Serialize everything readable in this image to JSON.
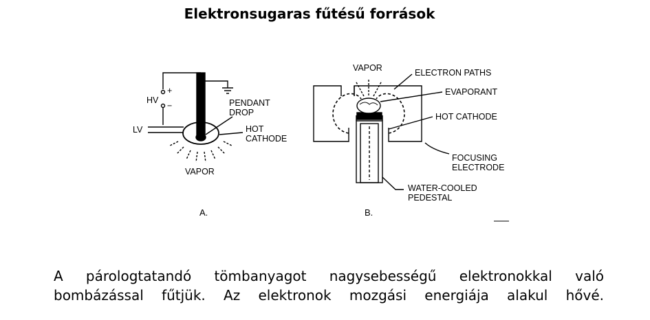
{
  "title": "Elektronsugaras fűtésű források",
  "figure": {
    "panel_a": {
      "label": "A.",
      "hv": "HV",
      "plus": "+",
      "minus": "−",
      "lv": "LV",
      "pendant_drop": [
        "PENDANT",
        "DROP"
      ],
      "hot_cathode": [
        "HOT",
        "CATHODE"
      ],
      "vapor": "VAPOR"
    },
    "panel_b": {
      "label": "B.",
      "vapor": "VAPOR",
      "electron_paths": "ELECTRON PATHS",
      "evaporant": "EVAPORANT",
      "hot_cathode": "HOT CATHODE",
      "focusing_electrode": [
        "FOCUSING",
        "ELECTRODE"
      ],
      "pedestal": [
        "WATER-COOLED",
        "PEDESTAL"
      ]
    }
  },
  "caption": [
    "A párologtatandó tömbanyagot nagysebességű elektronokkal való",
    "bombázással fűtjük. Az elektronok mozgási energiája alakul hővé."
  ]
}
